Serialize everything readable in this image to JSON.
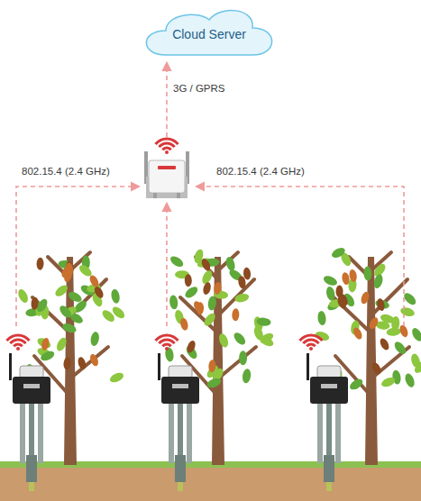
{
  "diagram": {
    "nodes": [
      {
        "text": [
          "Cloud Server"
        ]
      }
    ],
    "labels": [
      "3G / GPRS",
      "802.15.4 (2.4 GHz)",
      "802.15.4 (2.4 GHz)"
    ]
  }
}
